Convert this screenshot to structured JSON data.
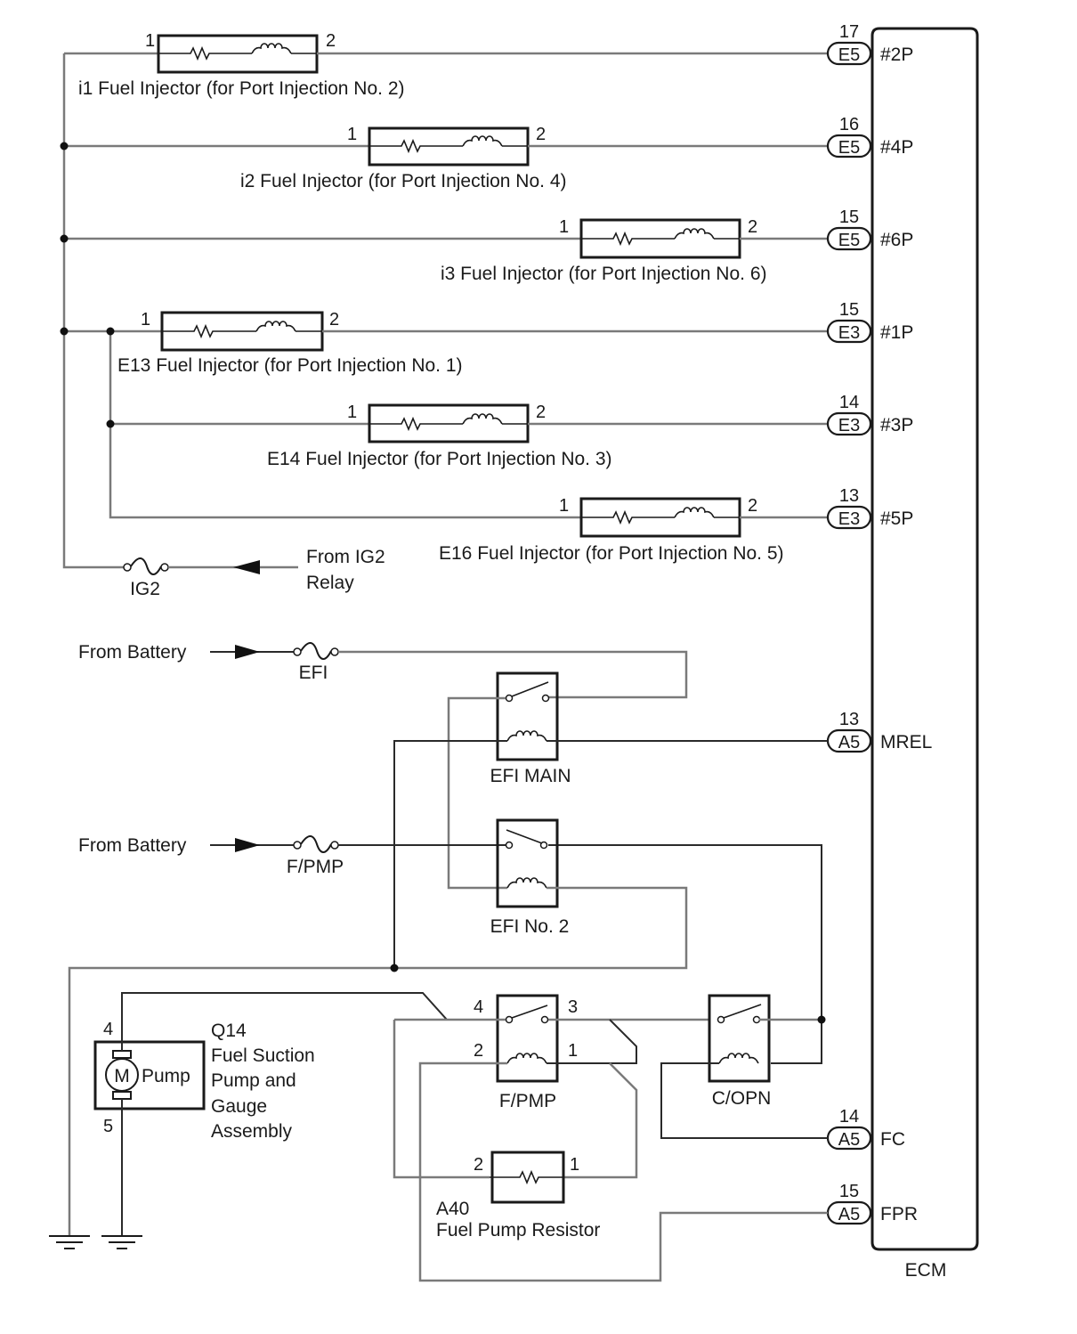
{
  "diagram": {
    "ecm": {
      "label": "ECM",
      "terminals": [
        {
          "id": "2P",
          "pin": "17",
          "connector": "E5",
          "signal": "#2P"
        },
        {
          "id": "4P",
          "pin": "16",
          "connector": "E5",
          "signal": "#4P"
        },
        {
          "id": "6P",
          "pin": "15",
          "connector": "E5",
          "signal": "#6P"
        },
        {
          "id": "1P",
          "pin": "15",
          "connector": "E3",
          "signal": "#1P"
        },
        {
          "id": "3P",
          "pin": "14",
          "connector": "E3",
          "signal": "#3P"
        },
        {
          "id": "5P",
          "pin": "13",
          "connector": "E3",
          "signal": "#5P"
        },
        {
          "id": "MREL",
          "pin": "13",
          "connector": "A5",
          "signal": "MREL"
        },
        {
          "id": "FC",
          "pin": "14",
          "connector": "A5",
          "signal": "FC"
        },
        {
          "id": "FPR",
          "pin": "15",
          "connector": "A5",
          "signal": "FPR"
        }
      ]
    },
    "injectors": [
      {
        "label": "i1 Fuel Injector (for Port Injection No. 2)",
        "pin_in": "1",
        "pin_out": "2"
      },
      {
        "label": "i2 Fuel Injector (for Port Injection No. 4)",
        "pin_in": "1",
        "pin_out": "2"
      },
      {
        "label": "i3 Fuel Injector (for Port Injection No. 6)",
        "pin_in": "1",
        "pin_out": "2"
      },
      {
        "label": "E13 Fuel Injector (for Port Injection No. 1)",
        "pin_in": "1",
        "pin_out": "2"
      },
      {
        "label": "E14 Fuel Injector (for Port Injection No. 3)",
        "pin_in": "1",
        "pin_out": "2"
      },
      {
        "label": "E16 Fuel Injector (for Port Injection No. 5)",
        "pin_in": "1",
        "pin_out": "2"
      }
    ],
    "fuses": {
      "ig2": "IG2",
      "efi": "EFI",
      "fpmp": "F/PMP"
    },
    "sources": {
      "ig2_relay_line1": "From IG2",
      "ig2_relay_line2": "Relay",
      "battery_1": "From Battery",
      "battery_2": "From Battery"
    },
    "relays": {
      "efi_main": "EFI MAIN",
      "efi_no2": "EFI No. 2",
      "fpmp": {
        "label": "F/PMP",
        "pins": [
          "4",
          "3",
          "2",
          "1"
        ]
      },
      "copn": "C/OPN"
    },
    "pump": {
      "id": "Q14",
      "name_lines": [
        "Fuel Suction",
        "Pump and",
        "Gauge",
        "Assembly"
      ],
      "motor_symbol": "M",
      "inner_label": "Pump",
      "pin_top": "4",
      "pin_bottom": "5"
    },
    "resistor": {
      "id": "A40",
      "name": "Fuel Pump Resistor",
      "pin_left": "2",
      "pin_right": "1"
    }
  }
}
